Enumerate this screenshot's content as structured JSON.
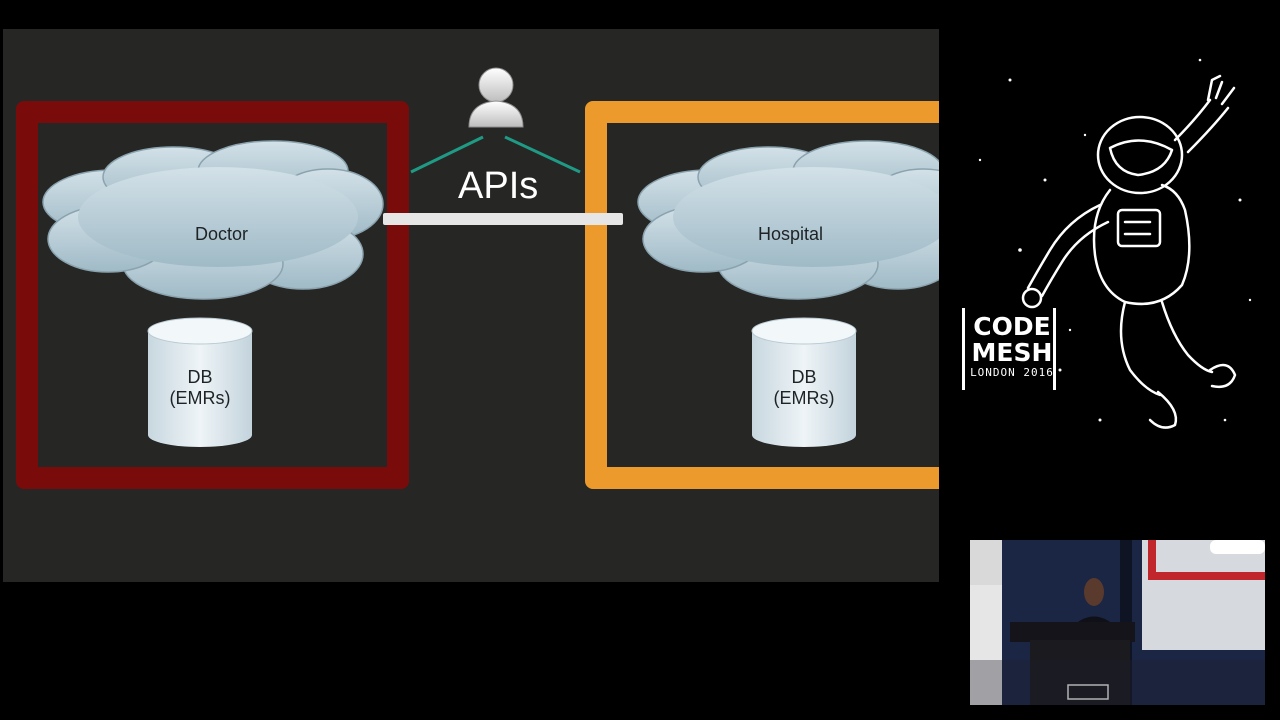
{
  "slide": {
    "doctor": {
      "cloud_label": "Doctor",
      "db_label_line1": "DB",
      "db_label_line2": "(EMRs)"
    },
    "hospital": {
      "cloud_label": "Hospital",
      "db_label_line1": "DB",
      "db_label_line2": "(EMRs)"
    },
    "connector_label": "APIs",
    "user_icon": "user-icon",
    "colors": {
      "slide_bg": "#262624",
      "doctor_frame": "#7a0b0b",
      "hospital_frame": "#ec9a2b",
      "cloud_fill": "#b9cfd8",
      "db_fill": "#dbe7ee",
      "link_lines": "#1f9a85"
    }
  },
  "branding": {
    "logo_line1": "CODE",
    "logo_line2": "MESH",
    "logo_line3": "LONDON 2016",
    "illustration_icon": "astronaut-icon"
  },
  "speaker_video": {
    "icon": "speaker-video-icon"
  }
}
